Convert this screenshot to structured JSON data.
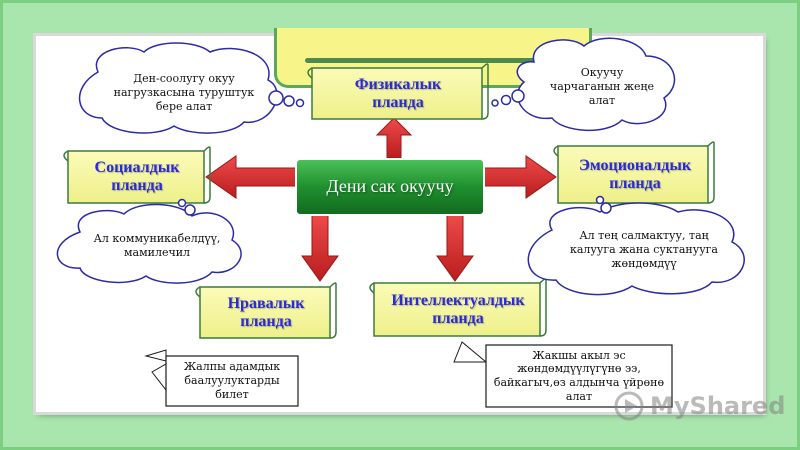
{
  "diagram": {
    "center": {
      "text": "Дени сак окуучу"
    },
    "scrolls": {
      "physical": "Физикалык планда",
      "social": "Социалдык планда",
      "emotional": "Эмоционалдык планда",
      "moral": "Нравалык планда",
      "intellectual": "Интеллектуалдык планда"
    },
    "clouds": {
      "physical_left": "Ден-соолугу окуу нагрузкасына туруштук бере алат",
      "physical_right": "Окуучу чарчаганын жеңе алат",
      "social": "Ал коммуникабелдүү, мамилечил",
      "emotional": "Ал тең салмактуу, таң калууга жана суктанууга жөндөмдүү"
    },
    "callouts": {
      "moral": "Жалпы адамдык баалуулуктарды билет",
      "intellectual": "Жакшы акыл эс жөндөмдүүлүгүнө ээ, байкагыч,өз алдынча үйрөнө алат"
    }
  },
  "colors": {
    "background": "#a9e6ad",
    "scroll_fill": "#f8f8a0",
    "scroll_text": "#2a2ad6",
    "arrow": "#d42a2a",
    "center_fill": "#1f8f2e",
    "cloud_stroke": "#2b2ba8"
  },
  "watermark": {
    "text": "MyShared"
  }
}
